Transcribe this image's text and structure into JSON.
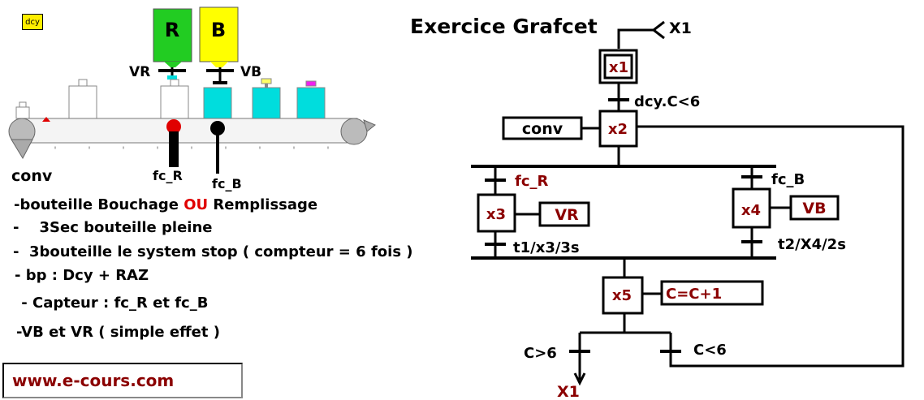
{
  "machine": {
    "dcy_label": "dcy",
    "tank_r_label": "R",
    "tank_b_label": "B",
    "vr_label": "VR",
    "vb_label": "VB",
    "conv_label": "conv",
    "fc_r_label": "fc_R",
    "fc_b_label": "fc_B"
  },
  "notes": {
    "l1_a": "-bouteille Bouchage ",
    "l1_ou": "OU",
    "l1_b": " Remplissage",
    "l2": "-    3Sec bouteille pleine",
    "l3": "-  3bouteille le system stop ( compteur = 6 fois )",
    "l4": "- bp : Dcy + RAZ",
    "l5": " - Capteur : fc_R et fc_B",
    "l6": "-VB et VR ( simple effet )"
  },
  "website": "www.e-cours.com",
  "grafcet": {
    "title": "Exercice Grafcet",
    "x1_in": "X1",
    "x1_out": "X1",
    "steps": {
      "x1": "x1",
      "x2": "x2",
      "x3": "x3",
      "x4": "x4",
      "x5": "x5"
    },
    "actions": {
      "conv": "conv",
      "vr": "VR",
      "vb": "VB",
      "counter": "C=C+1"
    },
    "transitions": {
      "t12": "dcy.C<6",
      "t23": "fc_R",
      "t24": "fc_B",
      "t3": "t1/x3/3s",
      "t4": "t2/X4/2s",
      "tgt": "C>6",
      "tlt": "C<6"
    }
  },
  "colors": {
    "tank_r": "#22cc22",
    "tank_b": "#ffff00",
    "bottle_filled": "#00dddd",
    "accent_red": "#e00000",
    "grafcet_text": "#8b0000"
  }
}
